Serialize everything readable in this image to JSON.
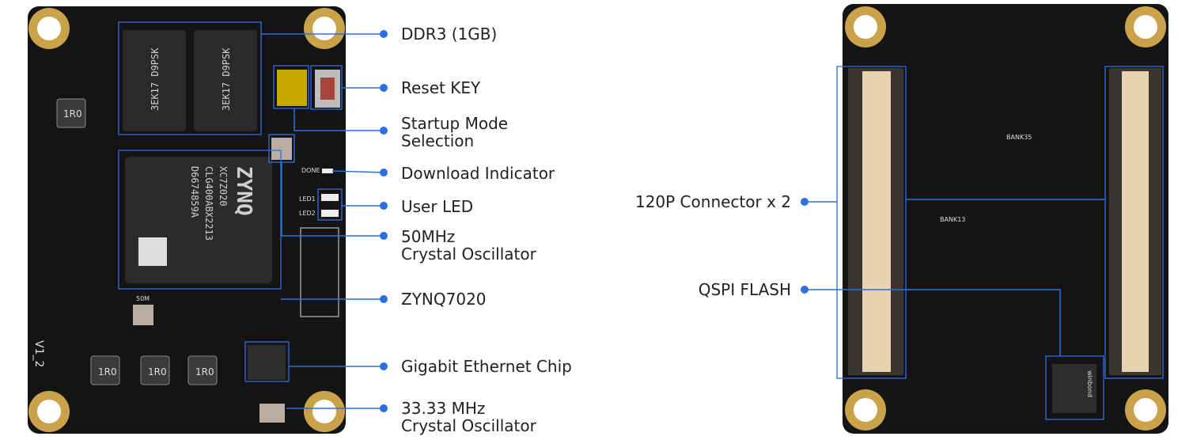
{
  "colors": {
    "accent": "#2f6fdc",
    "pcb": "#141414",
    "gold": "#c9a24a",
    "connector": "#e8d2b0"
  },
  "callouts_left": [
    {
      "id": "ddr3",
      "lines": [
        "DDR3 (1GB)"
      ]
    },
    {
      "id": "reset-key",
      "lines": [
        "Reset KEY"
      ]
    },
    {
      "id": "startup-mode",
      "lines": [
        "Startup Mode",
        "Selection"
      ]
    },
    {
      "id": "download-indicator",
      "lines": [
        "Download Indicator"
      ]
    },
    {
      "id": "user-led",
      "lines": [
        "User LED"
      ]
    },
    {
      "id": "osc-50mhz",
      "lines": [
        "50MHz",
        "Crystal Oscillator"
      ]
    },
    {
      "id": "zynq",
      "lines": [
        "ZYNQ7020"
      ]
    },
    {
      "id": "ethernet",
      "lines": [
        "Gigabit Ethernet Chip"
      ]
    },
    {
      "id": "osc-3333",
      "lines": [
        "33.33 MHz",
        "Crystal Oscillator"
      ]
    }
  ],
  "callouts_right": [
    {
      "id": "connector",
      "lines": [
        "120P Connector x 2"
      ]
    },
    {
      "id": "qspi",
      "lines": [
        "QSPI FLASH"
      ]
    }
  ],
  "board_marks": {
    "zynq_brand": "ZYNQ",
    "zynq_part": "XC7Z020",
    "zynq_code1": "CLG400ABX2213",
    "zynq_code2": "D6674859A",
    "ddr_code": "3EK17 D9PSK",
    "version": "V1_2",
    "inductor": "1R0",
    "osc_label": "50M",
    "done_label": "DONE",
    "led1": "LED1",
    "led2": "LED2",
    "bank35": "BANK35",
    "bank13": "BANK13",
    "flash_brand": "winbond"
  }
}
